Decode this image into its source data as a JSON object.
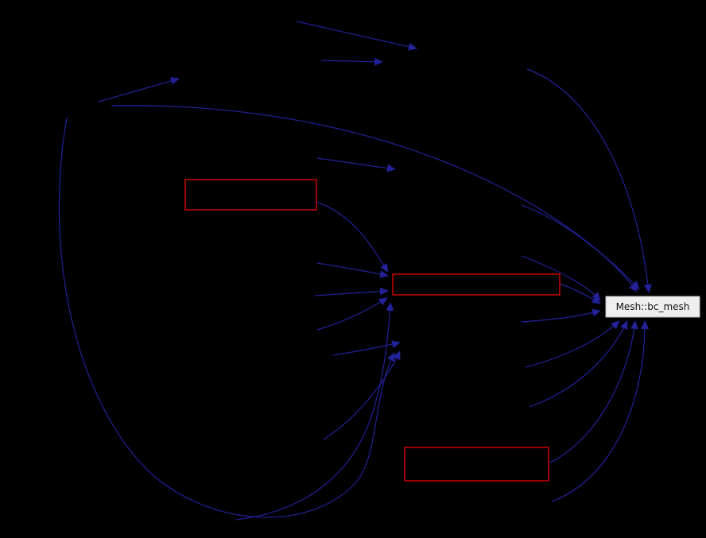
{
  "graph": {
    "type": "caller-graph",
    "node_label": "Mesh::bc_mesh",
    "truncated_node_count": 3
  },
  "colors": {
    "bg": "#000000",
    "edge": "#222299",
    "box_border": "#ff0000",
    "node_fill": "#efefef",
    "node_border": "#bdbdbd",
    "node_text": "#111111"
  }
}
